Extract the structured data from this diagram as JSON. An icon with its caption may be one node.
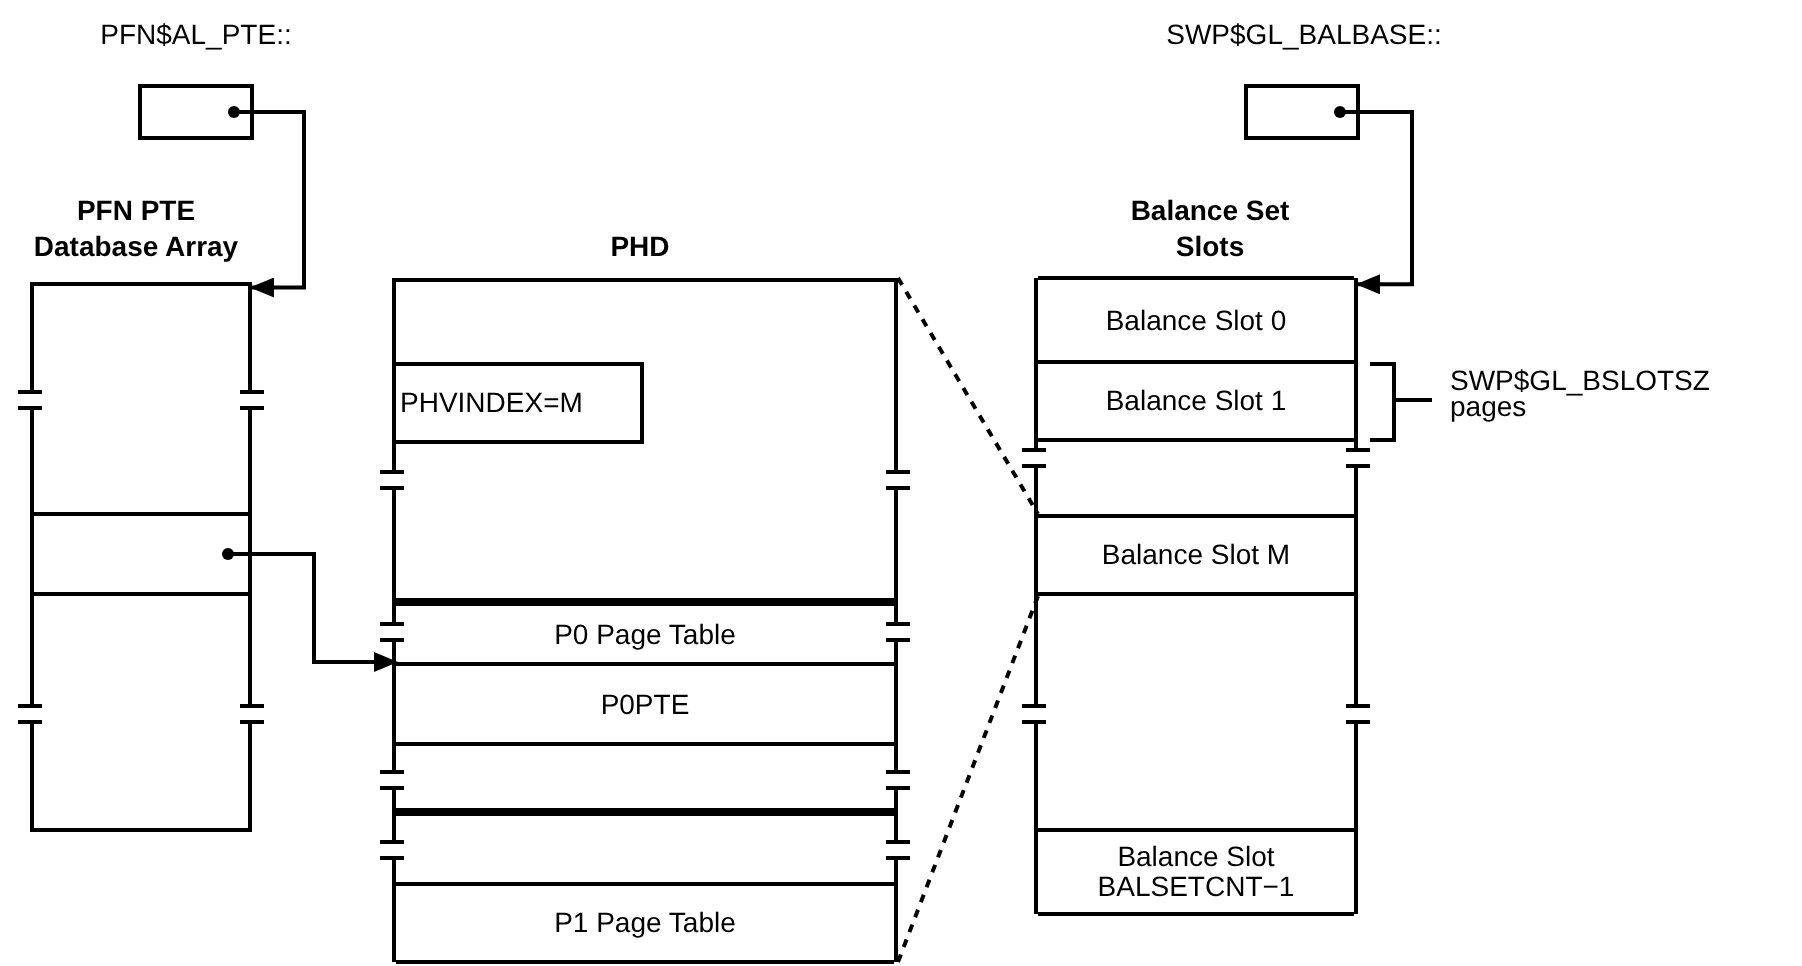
{
  "diagram": {
    "nodes": [
      {
        "text": [
          "PFN$AL_PTE::"
        ]
      },
      {
        "text": [
          "PFN PTE Database Array"
        ]
      },
      {
        "text": [],
        "shape": "box",
        "in": 1
      },
      {
        "text": [
          "PHD"
        ]
      },
      {
        "text": [
          "PHVINDEX=M"
        ],
        "in": 3
      },
      {
        "text": [
          "P0 Page Table"
        ],
        "in": 3
      },
      {
        "text": [
          "P0PTE"
        ],
        "in": 3
      },
      {
        "text": [
          "P1 Page Table"
        ],
        "in": 3
      },
      {
        "text": [
          "SWP$GL_BALBASE::"
        ]
      },
      {
        "text": [
          "Balance Set Slots"
        ]
      },
      {
        "text": [
          "Balance Slot 0"
        ],
        "in": 9
      },
      {
        "text": [
          "Balance Slot 1"
        ],
        "in": 9,
        "beside": [
          "SWP$GL_BSLOTSZ pages"
        ]
      },
      {
        "text": [
          "Balance Slot M"
        ],
        "in": 9
      },
      {
        "text": [
          "Balance Slot BALSETCNT−1"
        ],
        "in": 9
      }
    ],
    "edges": [
      {
        "from": 0,
        "to": 1,
        "arrow": "to"
      },
      {
        "from": 2,
        "to": 6,
        "arrow": "to"
      },
      {
        "from": 8,
        "to": 9,
        "arrow": "to"
      },
      {
        "from": 3,
        "to": 12,
        "arrow": "none",
        "style": "dashed"
      },
      {
        "from": 3,
        "to": 12,
        "arrow": "none",
        "style": "dashed"
      }
    ]
  }
}
